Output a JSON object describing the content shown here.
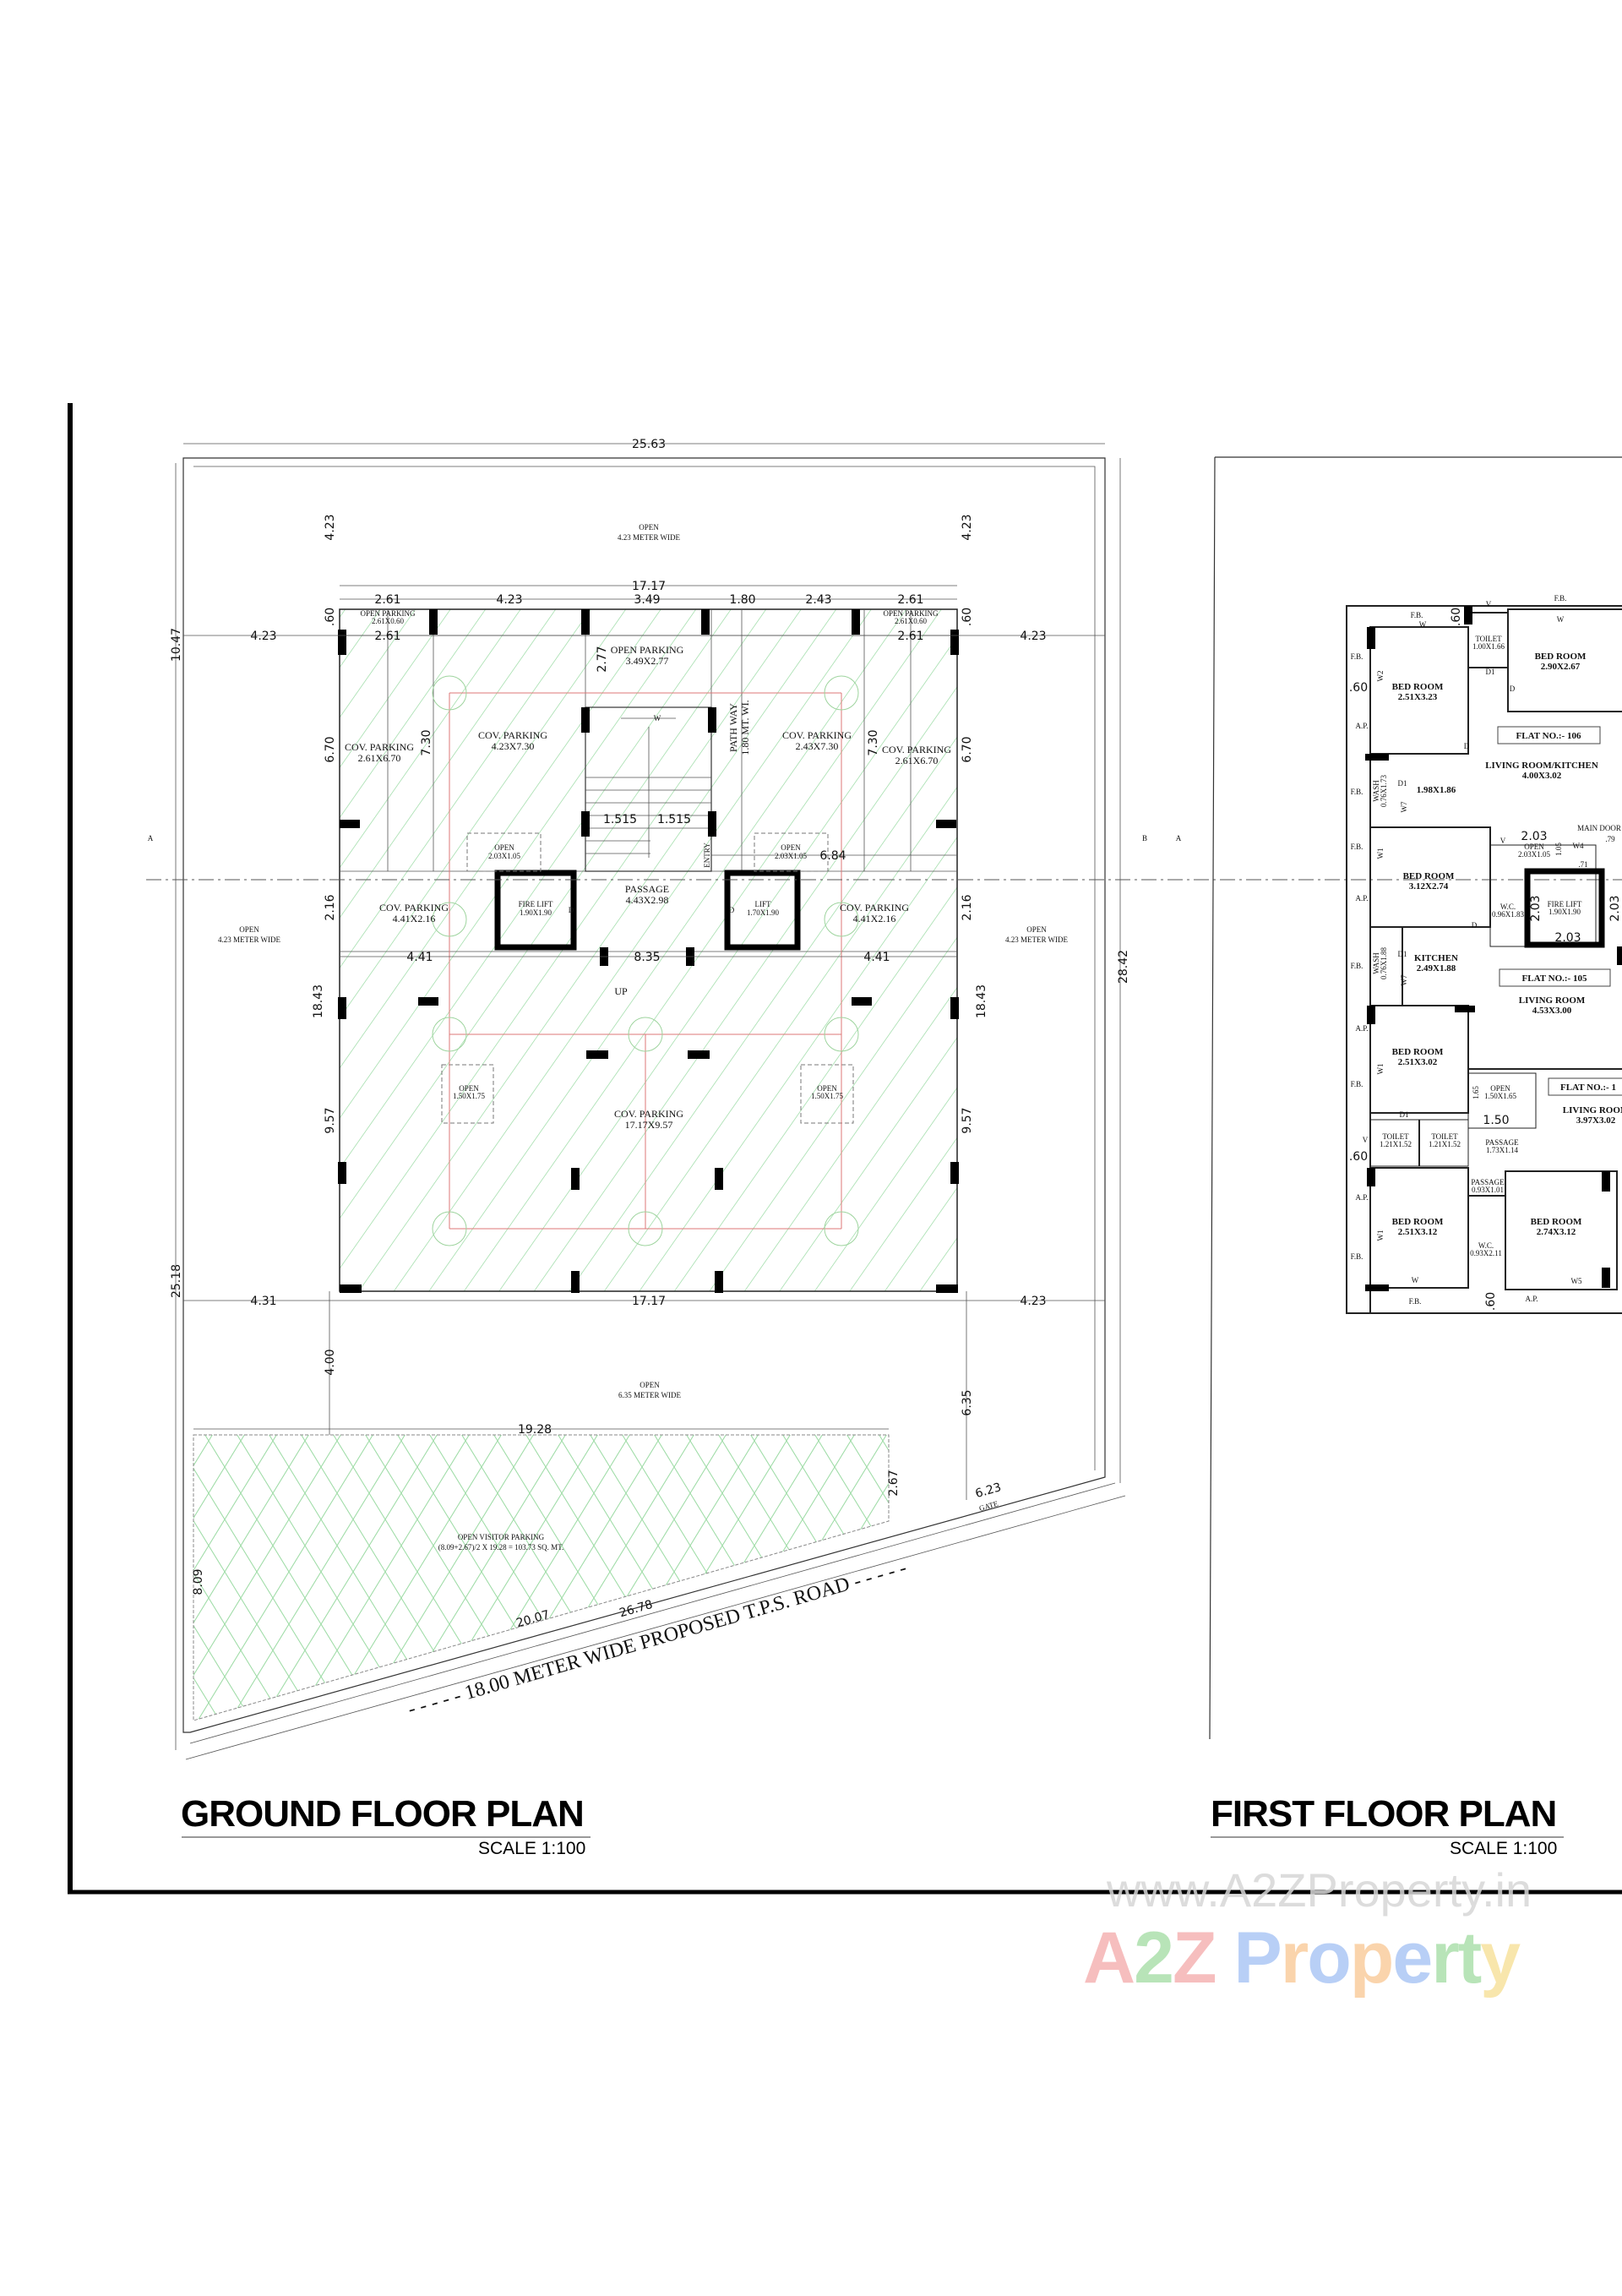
{
  "ground_floor": {
    "title": "GROUND FLOOR PLAN",
    "scale": "SCALE 1:100",
    "section_marks": {
      "left": "A",
      "right": "B"
    },
    "open_top": {
      "label": "OPEN",
      "width": "4.23 METER WIDE"
    },
    "open_left": {
      "label": "OPEN",
      "width": "4.23 METER WIDE"
    },
    "open_right": {
      "label": "OPEN",
      "width": "4.23 METER WIDE"
    },
    "open_bottom": {
      "label": "OPEN",
      "width": "6.35 METER WIDE"
    },
    "dimensions": {
      "overall_width": "25.63",
      "building_width_top": "17.17",
      "building_width_bottom": "17.17",
      "top_row": [
        "2.61",
        "4.23",
        "3.49",
        "1.80",
        "2.43",
        "2.61"
      ],
      "setback_top_left": "4.23",
      "setback_top_right": "4.23",
      "side_left": "4.23",
      "side_right": "4.23",
      "second_row_left": "2.61",
      "second_row_right": "2.61",
      "strip_left": ".60",
      "strip_right": ".60",
      "left_total_upper": "10.47",
      "left_total_lower": "25.18",
      "right_total": "28.42",
      "bay_left": "6.70",
      "bay_right": "6.70",
      "bay_inner_left": "7.30",
      "bay_inner_right": "7.30",
      "open_parking_depth": "2.77",
      "stair_left": "1.515",
      "stair_right": "1.515",
      "entry_run": "6.84",
      "passage_left": "2.16",
      "passage_right": "2.16",
      "building_depth_left": "18.43",
      "building_depth_right": "18.43",
      "passage_row": [
        "4.41",
        "8.35",
        "4.41"
      ],
      "rear_left": "9.57",
      "rear_right": "9.57",
      "bottom_left": "4.31",
      "bottom_right": "4.23",
      "front_open_left": "4.00",
      "front_open_right": "6.35",
      "visitor_width": "19.28",
      "visitor_right": "2.67",
      "visitor_left": "8.09",
      "visitor_diag": "20.07",
      "road_frontage": "26.78",
      "gate_width": "6.23"
    },
    "rooms": {
      "open_parking_small_left": [
        "OPEN PARKING",
        "2.61X0.60"
      ],
      "open_parking_small_right": [
        "OPEN PARKING",
        "2.61X0.60"
      ],
      "open_parking_center": [
        "OPEN PARKING",
        "3.49X2.77"
      ],
      "cov_parking_1": [
        "COV. PARKING",
        "2.61X6.70"
      ],
      "cov_parking_2": [
        "COV. PARKING",
        "4.23X7.30"
      ],
      "cov_parking_3": [
        "COV. PARKING",
        "2.43X7.30"
      ],
      "cov_parking_4": [
        "COV. PARKING",
        "2.61X6.70"
      ],
      "path_way": [
        "PATH WAY",
        "1.80 MT. WI."
      ],
      "open_duct_left": [
        "OPEN",
        "2.03X1.05"
      ],
      "open_duct_right": [
        "OPEN",
        "2.03X1.05"
      ],
      "passage": [
        "PASSAGE",
        "4.43X2.98"
      ],
      "fire_lift": [
        "FIRE LIFT",
        "1.90X1.90"
      ],
      "lift": [
        "LIFT",
        "1.70X1.90"
      ],
      "cov_parking_5": [
        "COV. PARKING",
        "4.41X2.16"
      ],
      "cov_parking_6": [
        "COV. PARKING",
        "4.41X2.16"
      ],
      "cov_parking_main": [
        "COV. PARKING",
        "17.17X9.57"
      ],
      "open_court_left": [
        "OPEN",
        "1.50X1.75"
      ],
      "open_court_right": [
        "OPEN",
        "1.50X1.75"
      ],
      "visitor_parking": [
        "OPEN VISITOR PARKING",
        "(8.09+2.67)/2 X 19.28 = 103.73 SQ. MT."
      ]
    },
    "stair": {
      "up": "UP",
      "window": "W",
      "entry": "ENTRY",
      "door": "D"
    },
    "road": "- - - - - 18.00 METER WIDE PROPOSED T.P.S. ROAD - - - - -",
    "gate": "GATE"
  },
  "first_floor": {
    "title": "FIRST FLOOR PLAN",
    "scale": "SCALE 1:100",
    "section_mark": "A",
    "flats": [
      "FLAT NO.:- 106",
      "FLAT NO.:- 105",
      "FLAT NO.:- 1"
    ],
    "rooms": {
      "bed_106_a": [
        "BED ROOM",
        "2.51X3.23"
      ],
      "toilet_106": [
        "TOILET",
        "1.00X1.66"
      ],
      "bed_106_b": [
        "BED ROOM",
        "2.90X2.67"
      ],
      "living_106": [
        "LIVING ROOM/KITCHEN",
        "4.00X3.02"
      ],
      "utility_106": [
        "",
        "1.98X1.86"
      ],
      "wash_106": [
        "WASH",
        "0.76X1.73"
      ],
      "bed_105_a": [
        "BED ROOM",
        "3.12X2.74"
      ],
      "open_duct": [
        "OPEN",
        "2.03X1.05"
      ],
      "wc_105": [
        "W.C.",
        "0.96X1.83"
      ],
      "fire_lift": [
        "FIRE LIFT",
        "1.90X1.90"
      ],
      "kitchen_105": [
        "KITCHEN",
        "2.49X1.88"
      ],
      "wash_105": [
        "WASH",
        "0.76X1.88"
      ],
      "living_105": [
        "LIVING ROOM",
        "4.53X3.00"
      ],
      "bed_105_b": [
        "BED ROOM",
        "2.51X3.02"
      ],
      "open_court": [
        "OPEN",
        "1.50X1.65"
      ],
      "living_104": [
        "LIVING ROOM",
        "3.97X3.02"
      ],
      "toilet_a": [
        "TOILET",
        "1.21X1.52"
      ],
      "toilet_b": [
        "TOILET",
        "1.21X1.52"
      ],
      "passage_a": [
        "PASSAGE",
        "1.73X1.14"
      ],
      "passage_b": [
        "PASSAGE",
        "0.93X1.01"
      ],
      "wc_104": [
        "W.C.",
        "0.93X2.11"
      ],
      "bed_104_a": [
        "BED ROOM",
        "2.51X3.12"
      ],
      "bed_104_b": [
        "BED ROOM",
        "2.74X3.12"
      ]
    },
    "dimensions": {
      "duct_width": "2.03",
      "duct_depth": "1.05",
      "lift_w": "2.03",
      "lift_h": "2.03",
      "lift_h_right": "2.03",
      "strip_a": ".60",
      "strip_b": ".60",
      "strip_top": ".60",
      "strip_bottom": ".60",
      "door_a": ".71",
      "door_b": ".79",
      "court_w": "1.50",
      "court_h": "1.65"
    },
    "tags": {
      "fb": "F.B.",
      "ap": "A.P.",
      "main_door": "MAIN DOOR",
      "w": "W",
      "d": "D",
      "d1": "D1",
      "w1": "W1",
      "w2": "W2",
      "w4": "W4",
      "w5": "W5",
      "w7": "W7",
      "v": "V"
    }
  },
  "watermark": {
    "url": "www.A2ZProperty.in",
    "logo": "A2Z Property"
  },
  "colors": {
    "hatch": "#8fd79a",
    "grid_line": "#dd7777",
    "column": "#000000"
  }
}
